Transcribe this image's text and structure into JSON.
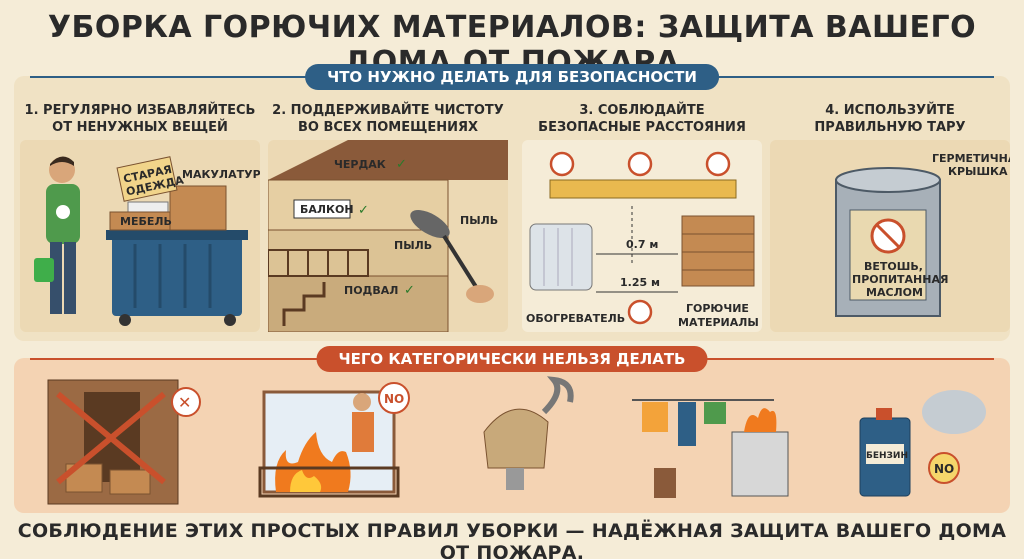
{
  "title": "УБОРКА ГОРЮЧИХ МАТЕРИАЛОВ: ЗАЩИТА ВАШЕГО ДОМА ОТ ПОЖАРА",
  "section_do": "ЧТО НУЖНО ДЕЛАТЬ ДЛЯ БЕЗОПАСНОСТИ",
  "section_dont": "ЧЕГО КАТЕГОРИЧЕСКИ НЕЛЬЗЯ ДЕЛАТЬ",
  "steps": [
    {
      "title_line1": "1. РЕГУЛЯРНО ИЗБАВЛЯЙТЕСЬ",
      "title_line2": "ОТ НЕНУЖНЫХ ВЕЩЕЙ",
      "labels": {
        "clothes_line1": "СТАРАЯ",
        "clothes_line2": "ОДЕЖДА",
        "paper": "МАКУЛАТУРА",
        "furniture": "МЕБЕЛЬ"
      }
    },
    {
      "title_line1": "2. ПОДДЕРЖИВАЙТЕ ЧИСТОТУ",
      "title_line2": "ВО ВСЕХ ПОМЕЩЕНИЯХ",
      "labels": {
        "attic": "ЧЕРДАК",
        "balcony": "БАЛКОН",
        "dust_left": "ПЫЛЬ",
        "dust_right": "ПЫЛЬ",
        "basement": "ПОДВАЛ"
      }
    },
    {
      "title_line1": "3. СОБЛЮДАЙТЕ",
      "title_line2": "БЕЗОПАСНЫЕ РАССТОЯНИЯ",
      "labels": {
        "dist_top": "0.7 м",
        "dist_bottom": "1.25 м",
        "heater": "ОБОГРЕВАТЕЛЬ",
        "materials_line1": "ГОРЮЧИЕ",
        "materials_line2": "МАТЕРИАЛЫ"
      }
    },
    {
      "title_line1": "4. ИСПОЛЬЗУЙТЕ",
      "title_line2": "ПРАВИЛЬНУЮ ТАРУ",
      "labels": {
        "lid_line1": "ГЕРМЕТИЧНАЯ",
        "lid_line2": "КРЫШКА",
        "can_line1": "ВЕТОШЬ,",
        "can_line2": "ПРОПИТАННАЯ",
        "can_line3": "МАСЛОМ"
      }
    }
  ],
  "dont_labels": {
    "no_1": "NO",
    "fuel": "БЕНЗИН",
    "no_2": "NO"
  },
  "footer": "СОБЛЮДЕНИЕ ЭТИХ ПРОСТЫХ ПРАВИЛ УБОРКИ — НАДЁЖНАЯ ЗАЩИТА ВАШЕГО ДОМА ОТ ПОЖАРА.",
  "colors": {
    "background": "#f5ecd7",
    "blue": "#2e5f86",
    "red": "#c9502c",
    "fire": "#f07a1e"
  }
}
